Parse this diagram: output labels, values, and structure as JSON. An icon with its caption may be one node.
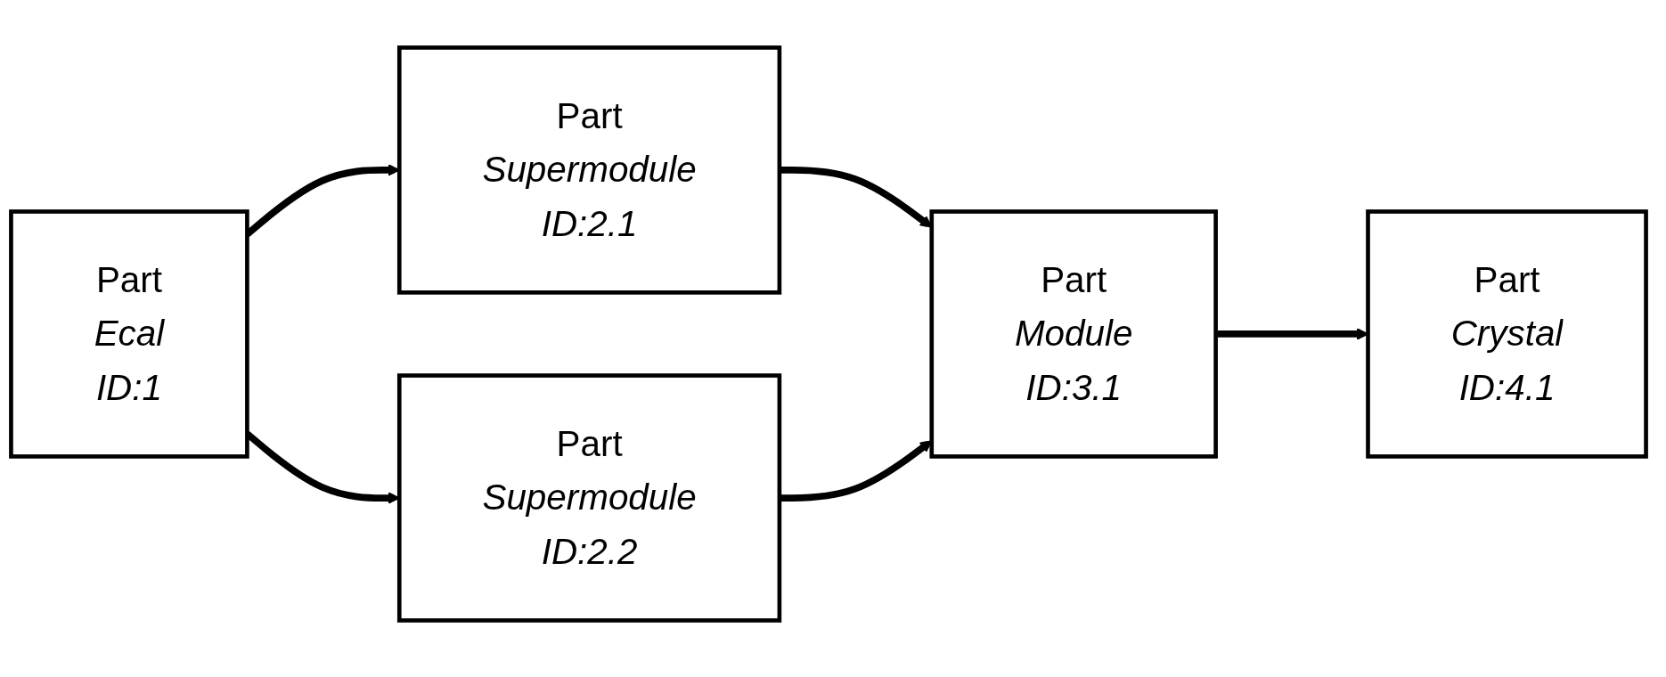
{
  "diagram": {
    "nodes": [
      {
        "text": [
          "Part",
          "Ecal",
          "ID:1"
        ]
      },
      {
        "text": [
          "Part",
          "Supermodule",
          "ID:2.1"
        ]
      },
      {
        "text": [
          "Part",
          "Supermodule",
          "ID:2.2"
        ]
      },
      {
        "text": [
          "Part",
          "Module",
          "ID:3.1"
        ]
      },
      {
        "text": [
          "Part",
          "Crystal",
          "ID:4.1"
        ]
      }
    ],
    "edges": [
      {
        "from": 0,
        "to": 1,
        "arrow": "to"
      },
      {
        "from": 0,
        "to": 2,
        "arrow": "to"
      },
      {
        "from": 1,
        "to": 3,
        "arrow": "to"
      },
      {
        "from": 2,
        "to": 3,
        "arrow": "to"
      },
      {
        "from": 3,
        "to": 4,
        "arrow": "to"
      }
    ]
  }
}
